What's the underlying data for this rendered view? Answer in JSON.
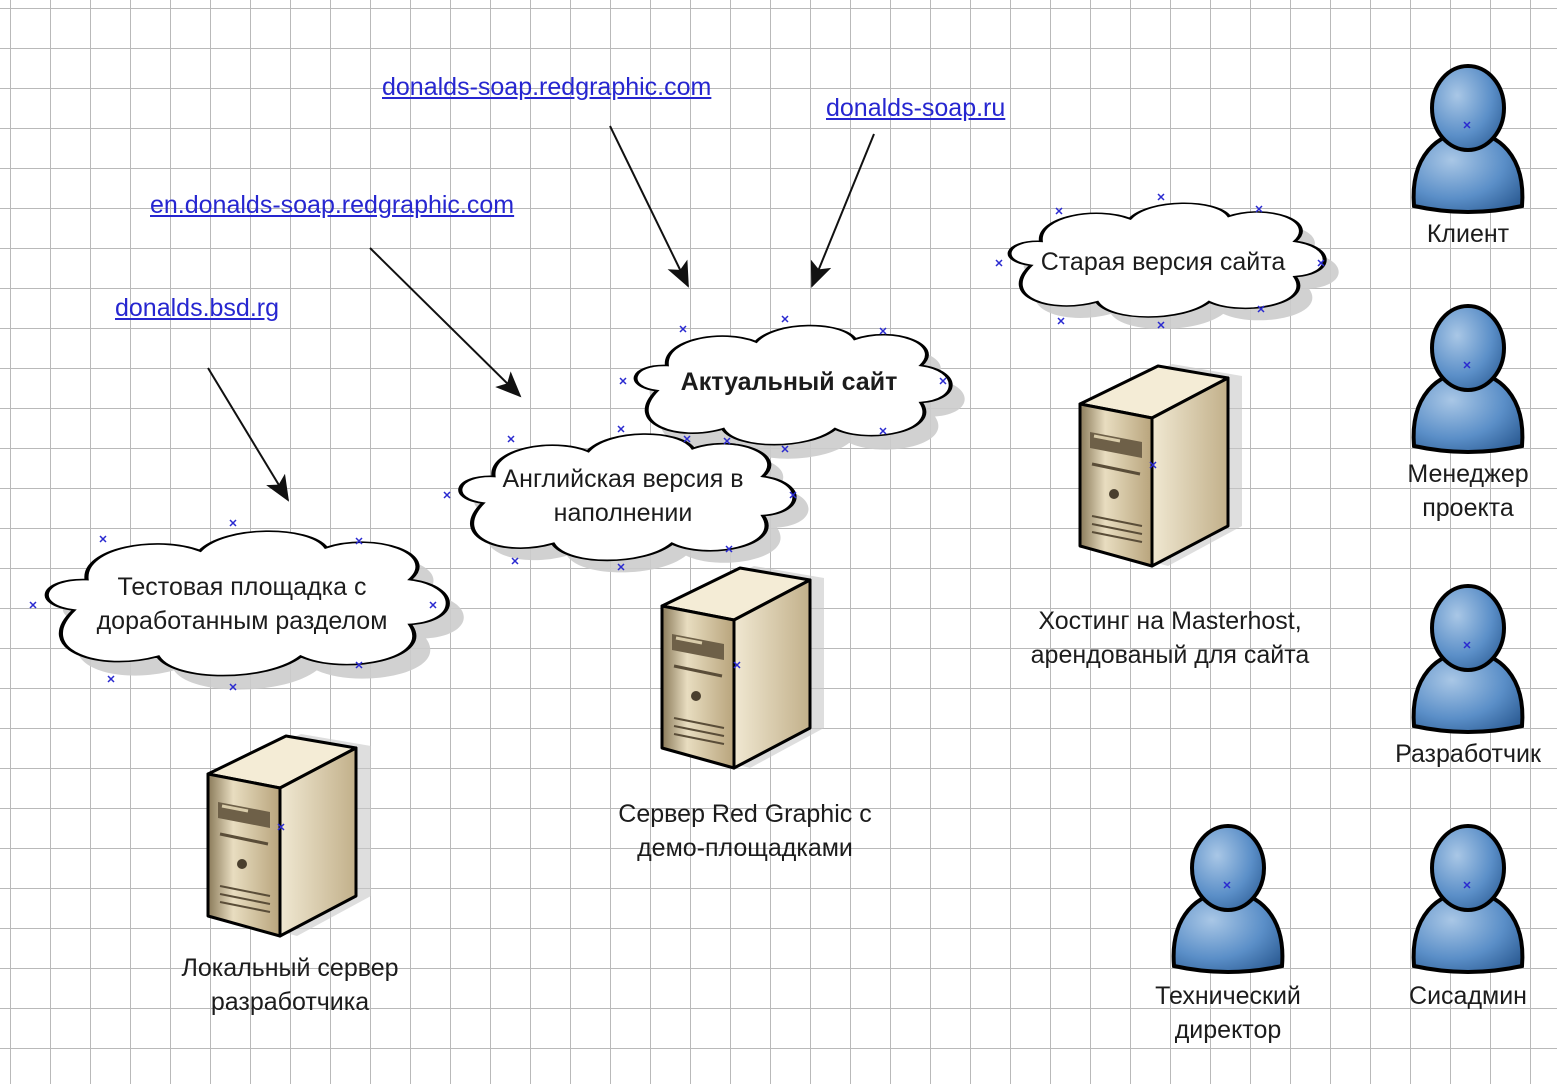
{
  "links": {
    "soap_redgraphic": "donalds-soap.redgraphic.com",
    "soap_ru": "donalds-soap.ru",
    "en_soap_redgraphic": "en.donalds-soap.redgraphic.com",
    "bsd": "donalds.bsd.rg"
  },
  "clouds": {
    "current": "Актуальный сайт",
    "old": "Старая версия сайта",
    "english_1": "Английская версия в",
    "english_2": "наполнении",
    "test_1": "Тестовая площадка с",
    "test_2": "доработанным разделом"
  },
  "servers": {
    "redgraphic_1": "Сервер Red Graphic с",
    "redgraphic_2": "демо-площадками",
    "masterhost_1": "Хостинг на Masterhost,",
    "masterhost_2": "арендованый для сайта",
    "local_1": "Локальный сервер",
    "local_2": "разработчика"
  },
  "people": {
    "client": "Клиент",
    "manager_1": "Менеджер",
    "manager_2": "проекта",
    "developer": "Разработчик",
    "techdir_1": "Технический",
    "techdir_2": "директор",
    "sysadmin": "Сисадмин"
  },
  "colors": {
    "link": "#2626d0",
    "person_fill": "#5b8fc8",
    "server_fill": "#e2d6b6",
    "grid": "#b9b9b9"
  },
  "icons": [
    "cloud-shape",
    "server-icon",
    "person-icon",
    "arrow"
  ]
}
